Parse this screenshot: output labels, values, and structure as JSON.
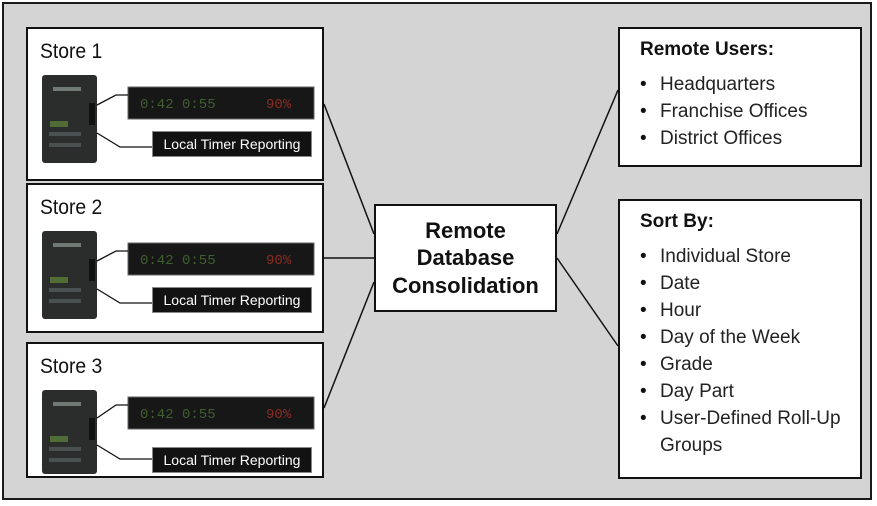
{
  "stores": [
    {
      "label": "Store 1",
      "time_readout": "0:42 0:55",
      "percent_readout": "90%",
      "reporting_label": "Local Timer Reporting"
    },
    {
      "label": "Store 2",
      "time_readout": "0:42 0:55",
      "percent_readout": "90%",
      "reporting_label": "Local Timer Reporting"
    },
    {
      "label": "Store 3",
      "time_readout": "0:42 0:55",
      "percent_readout": "90%",
      "reporting_label": "Local Timer Reporting"
    }
  ],
  "hub": {
    "line1": "Remote",
    "line2": "Database",
    "line3": "Consolidation"
  },
  "remote_users": {
    "title": "Remote Users:",
    "items": [
      "Headquarters",
      "Franchise Offices",
      "District Offices"
    ]
  },
  "sort_by": {
    "title": "Sort By:",
    "items": [
      "Individual Store",
      "Date",
      "Hour",
      "Day of the Week",
      "Grade",
      "Day Part",
      "User-Defined Roll-Up Groups"
    ]
  },
  "colors": {
    "background": "#d4d4d4",
    "panel": "#ffffff",
    "line": "#111111",
    "display_green": "#3f5f2f",
    "display_red": "#8a2c22"
  }
}
